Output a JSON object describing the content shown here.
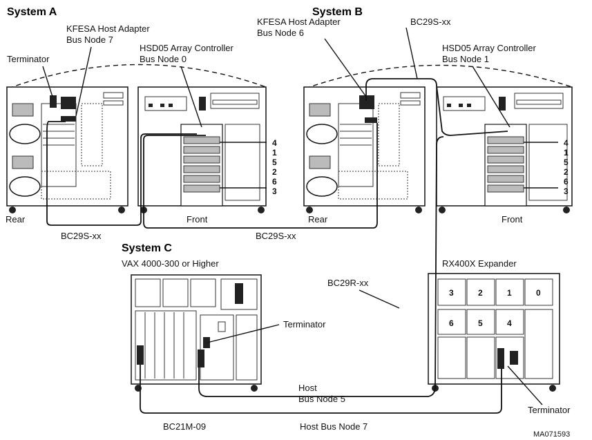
{
  "headings": {
    "system_a": "System A",
    "system_b": "System B",
    "system_c": "System C"
  },
  "system_a": {
    "host_adapter_line1": "KFESA Host Adapter",
    "host_adapter_line2": "Bus Node 7",
    "terminator": "Terminator",
    "controller_line1": "HSD05 Array Controller",
    "controller_line2": "Bus Node 0",
    "rear": "Rear",
    "front": "Front",
    "drive_numbers": [
      "4",
      "1",
      "5",
      "2",
      "6",
      "3"
    ]
  },
  "system_b": {
    "host_adapter_line1": "KFESA Host Adapter",
    "host_adapter_line2": "Bus Node 6",
    "cable_top": "BC29S-xx",
    "controller_line1": "HSD05 Array Controller",
    "controller_line2": "Bus Node 1",
    "rear": "Rear",
    "front": "Front",
    "drive_numbers": [
      "4",
      "1",
      "5",
      "2",
      "6",
      "3"
    ]
  },
  "cables": {
    "left_lower": "BC29S-xx",
    "middle_lower": "BC29S-xx",
    "bc29r": "BC29R-xx",
    "bc21m": "BC21M-09"
  },
  "system_c": {
    "model": "VAX 4000-300 or Higher",
    "terminator": "Terminator",
    "host_line1": "Host",
    "host_line2": "Bus Node 5",
    "host_bus_node7": "Host Bus Node 7"
  },
  "expander": {
    "title": "RX400X Expander",
    "bays": [
      "3",
      "2",
      "1",
      "0",
      "6",
      "5",
      "4"
    ],
    "terminator": "Terminator"
  },
  "figure_id": "MA071593"
}
